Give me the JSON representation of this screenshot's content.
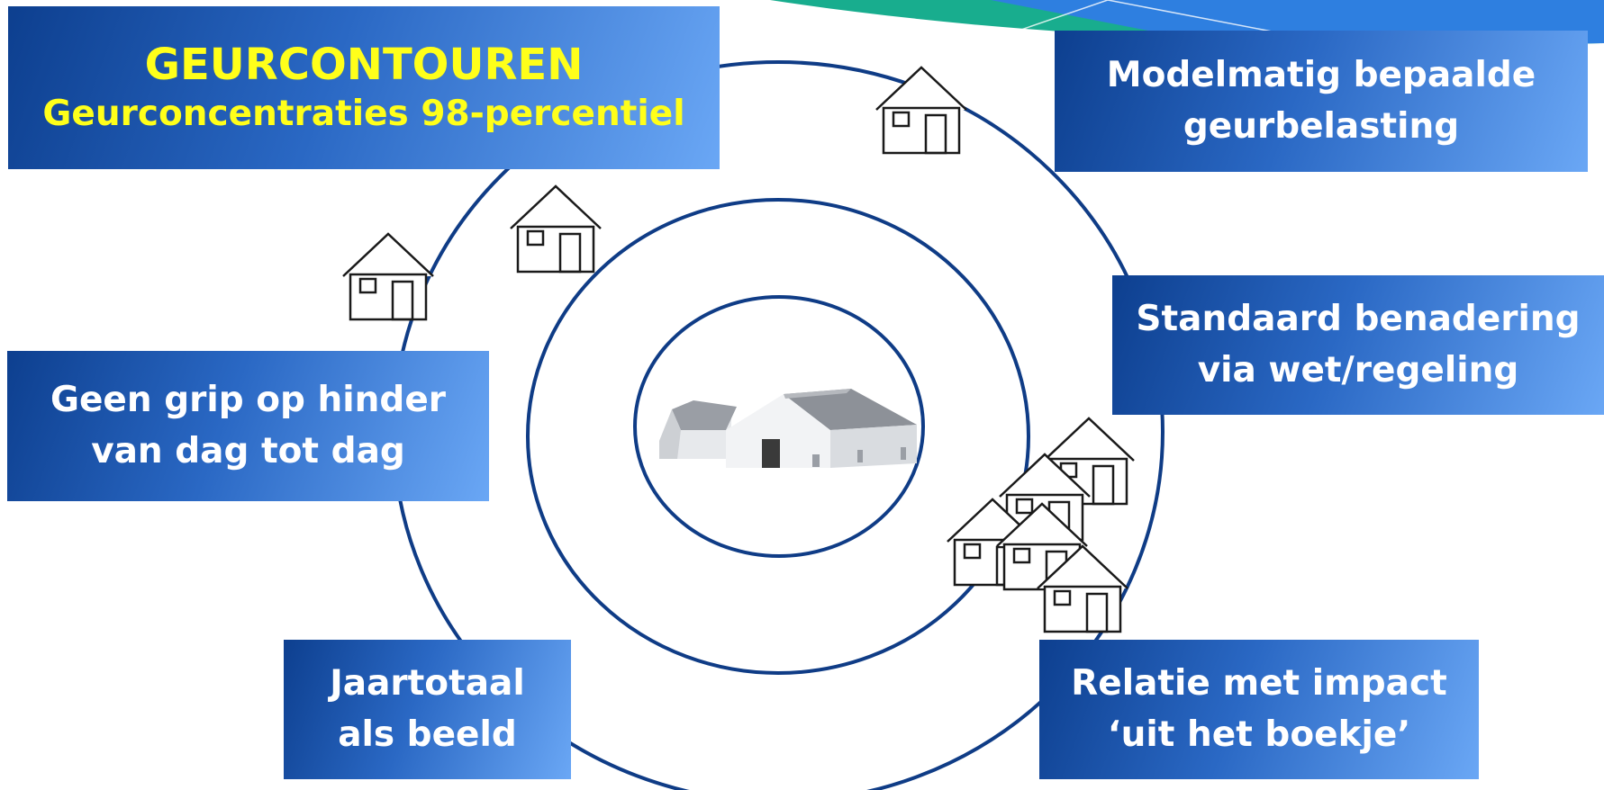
{
  "title": {
    "heading": "GEURCONTOUREN",
    "subheading": "Geurconcentraties 98-percentiel"
  },
  "boxes": {
    "modelmatig": [
      "Modelmatig bepaalde",
      "geurbelasting"
    ],
    "standaard": [
      "Standaard benadering",
      "via wet/regeling"
    ],
    "geen_grip": [
      "Geen grip op hinder",
      "van dag tot dag"
    ],
    "jaartotaal": [
      "Jaartotaal",
      "als beeld"
    ],
    "relatie": [
      "Relatie met impact",
      "‘uit het boekje’"
    ]
  },
  "colors": {
    "box_dark": "#0d3f8f",
    "box_light": "#6aa7f5",
    "title_text": "#ffff1a",
    "box_text": "#ffffff",
    "contour_ring": "#0f3c86",
    "accent_green": "#18ad8e",
    "accent_blue": "#2e7fe0"
  },
  "icons": {
    "contour_rings": 3,
    "houses": 8,
    "barn": "farm-barn-icon"
  }
}
